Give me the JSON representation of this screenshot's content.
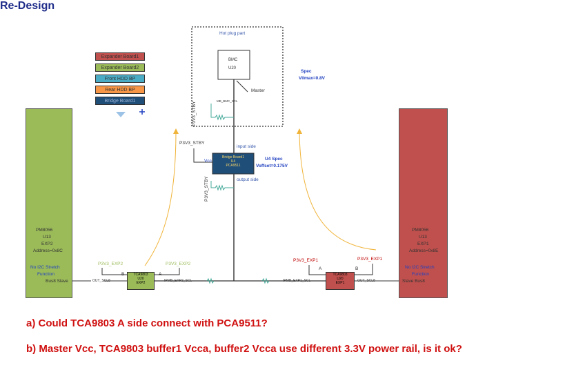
{
  "title": "Re-Design",
  "legend": [
    {
      "label": "Expander Board1",
      "color": "#c0504d"
    },
    {
      "label": "Expander Board2",
      "color": "#9bbb59"
    },
    {
      "label": "Front HDD BP",
      "color": "#4bacc6"
    },
    {
      "label": "Rear HDD BP",
      "color": "#f79646"
    },
    {
      "label": "Bridge Board1",
      "color": "#1f4e79"
    }
  ],
  "hot_plug": {
    "label": "Hot plug part"
  },
  "bmc": {
    "line1": "BMC",
    "line2": "U20",
    "master": "Master",
    "scl": "MB_BMC_SCL"
  },
  "spec": {
    "line1": "Spec",
    "line2": "Vilmax=0.8V"
  },
  "rails": {
    "stby_top": "P3V3_STBY",
    "stby_mid": "P3V3_STBY",
    "stby_bottom": "P3V3_STBY",
    "vcc": "Vcc"
  },
  "u4": {
    "line1": "Bridge Board1",
    "line2": "U4",
    "line3": "PCA9511",
    "input": "input side",
    "output": "output side",
    "spec1": "U4 Spec",
    "spec2": "Voffset=0.175V"
  },
  "left_board": {
    "lines": [
      "PM8056",
      "U13",
      "EXP2",
      "Address=0x8C"
    ],
    "note": [
      "No I2C Stretch",
      "Function",
      "Bus8 Slave"
    ]
  },
  "right_board": {
    "lines": [
      "PM8056",
      "U13",
      "EXP1",
      "Address=0x8E"
    ],
    "note": [
      "No I2C Stretch",
      "Function",
      "Slave Bus8"
    ]
  },
  "left_buffer": {
    "line1": "TCA9803",
    "line2": "U20",
    "line3": "EXP2",
    "rail_b": "P3V3_EXP2",
    "rail_a": "P3V3_EXP2",
    "b": "B",
    "a": "A",
    "out": "OUT_SCL8",
    "net": "IPMB_EXP2_SCL"
  },
  "right_buffer": {
    "line1": "TCA9803",
    "line2": "U20",
    "line3": "EXP1",
    "rail_a": "P3V3_EXP1",
    "rail_b": "P3V3_EXP1",
    "a": "A",
    "b": "B",
    "out": "OUT_SCL8",
    "net": "IPMB_EXP1_SCL"
  },
  "questions": [
    "a) Could TCA9803 A side connect with PCA9511?",
    "b) Master Vcc, TCA9803 buffer1 Vcca, buffer2 Vcca use different 3.3V power rail, is it ok?"
  ]
}
